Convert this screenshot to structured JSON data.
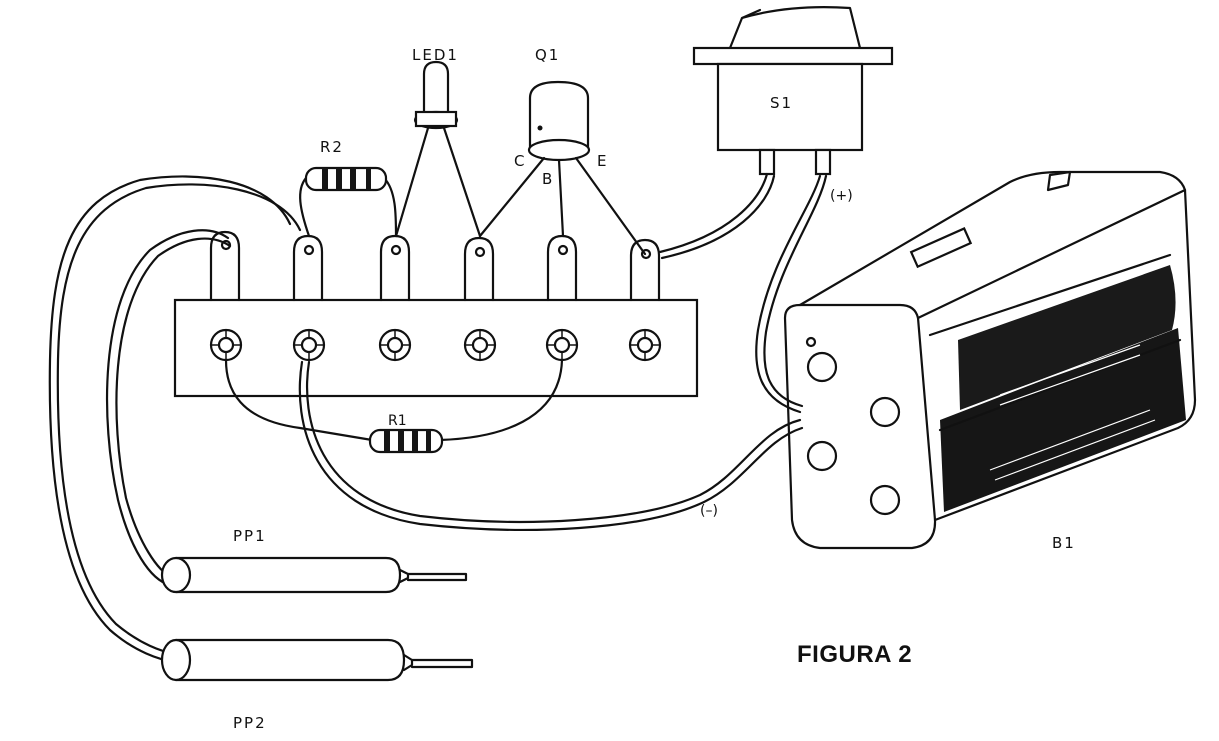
{
  "figure": {
    "caption": "FIGURA 2",
    "labels": {
      "led": "LED1",
      "transistor": "Q1",
      "switch": "S1",
      "r2": "R2",
      "r1": "R1",
      "collector": "C",
      "base": "B",
      "emitter": "E",
      "positive": "(+)",
      "negative": "(–)",
      "battery": "B1",
      "probe1": "PP1",
      "probe2": "PP2"
    }
  }
}
